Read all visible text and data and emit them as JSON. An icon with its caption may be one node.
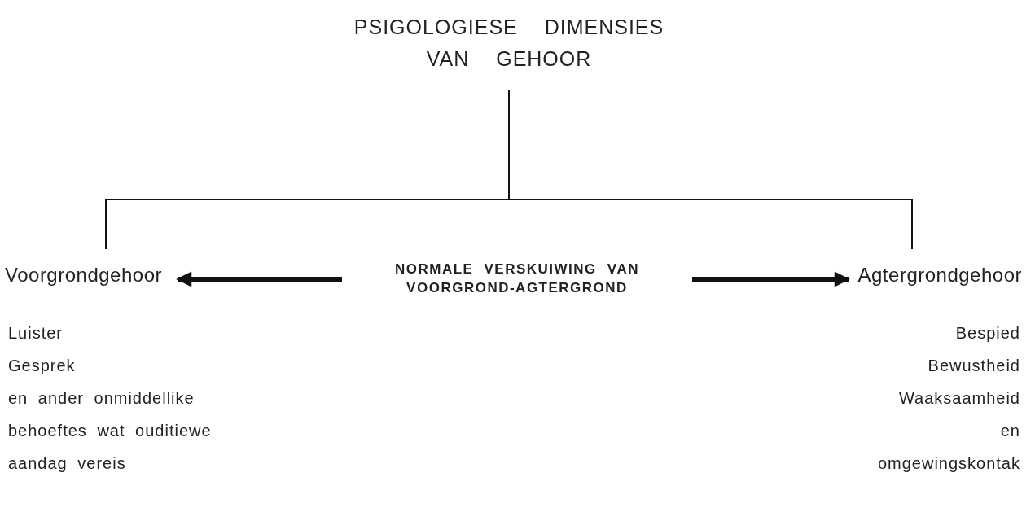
{
  "diagram": {
    "nodes": [
      {
        "text": [
          "PSIGOLOGIESE DIMENSIES VAN GEHOOR"
        ]
      },
      {
        "text": [
          "Voorgrondgehoor"
        ]
      },
      {
        "text": [
          "NORMALE VERSKUIWING VAN VOORGROND-AGTERGROND"
        ]
      },
      {
        "text": [
          "Agtergrondgehoor"
        ]
      }
    ],
    "edges": [
      {
        "from": 0,
        "to": 1,
        "arrow": "none"
      },
      {
        "from": 0,
        "to": 3,
        "arrow": "none"
      },
      {
        "from": 2,
        "to": 1,
        "arrow": "to",
        "style": "thick"
      },
      {
        "from": 2,
        "to": 3,
        "arrow": "to",
        "style": "thick"
      }
    ],
    "labels": [
      "Luister",
      "Bespied",
      "Gesprek",
      "Bewustheid",
      "en ander onmiddellike",
      "Waaksaamheid",
      "behoeftes wat ouditiewe",
      "en",
      "aandag vereis",
      "omgewingskontak"
    ]
  }
}
